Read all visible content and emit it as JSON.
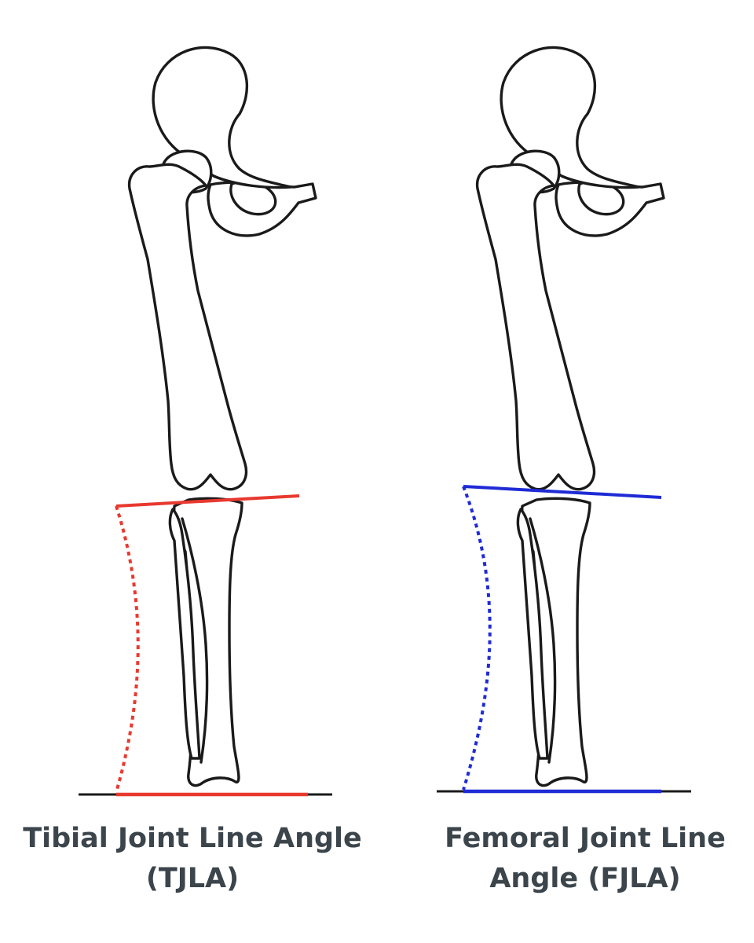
{
  "colors": {
    "tjla": "#e8392f",
    "fjla": "#1f2bd6",
    "ground": "#1a1a1a",
    "bone_outline": "#1a1a1a",
    "caption_text": "#3b454b"
  },
  "panels": [
    {
      "caption_line1": "Tibial Joint Line Angle",
      "caption_line2": "(TJLA)",
      "accent": "tjla"
    },
    {
      "caption_line1": "Femoral Joint Line",
      "caption_line2": "Angle (FJLA)",
      "accent": "fjla"
    }
  ]
}
